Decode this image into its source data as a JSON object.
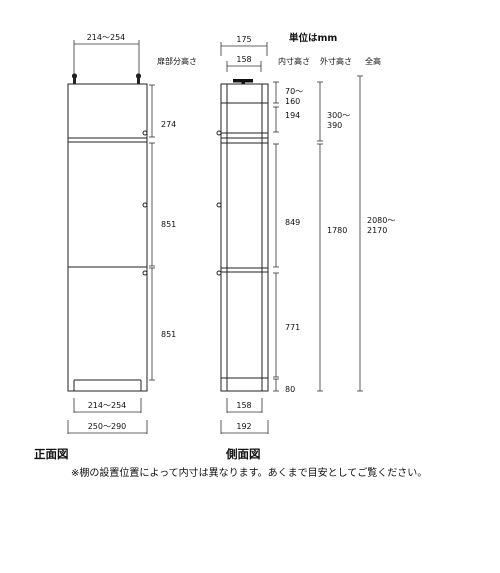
{
  "labels": {
    "unit": "単位はmm",
    "door_height_header": "扉部分高さ",
    "inner_height_header": "内寸高さ",
    "outer_height_header": "外寸高さ",
    "total_height_header": "全高",
    "front_view": "正面図",
    "side_view": "側面図",
    "note": "※棚の設置位置によって内寸は異なります。あくまで目安としてご覧ください。"
  },
  "front": {
    "top_width": "214～254",
    "door_top": "274",
    "door_mid": "851",
    "door_bottom": "851",
    "inner_width": "214～254",
    "outer_width": "250～290"
  },
  "side": {
    "top_depth": "175",
    "top_inner_depth": "158",
    "inner_top": "70～",
    "inner_top_2": "160",
    "inner_1": "194",
    "inner_2": "849",
    "inner_3": "771",
    "inner_4": "80",
    "outer_upper": "300～",
    "outer_upper_2": "390",
    "outer_main": "1780",
    "total": "2080～",
    "total_2": "2170",
    "bottom_inner_depth": "158",
    "bottom_depth": "192"
  }
}
